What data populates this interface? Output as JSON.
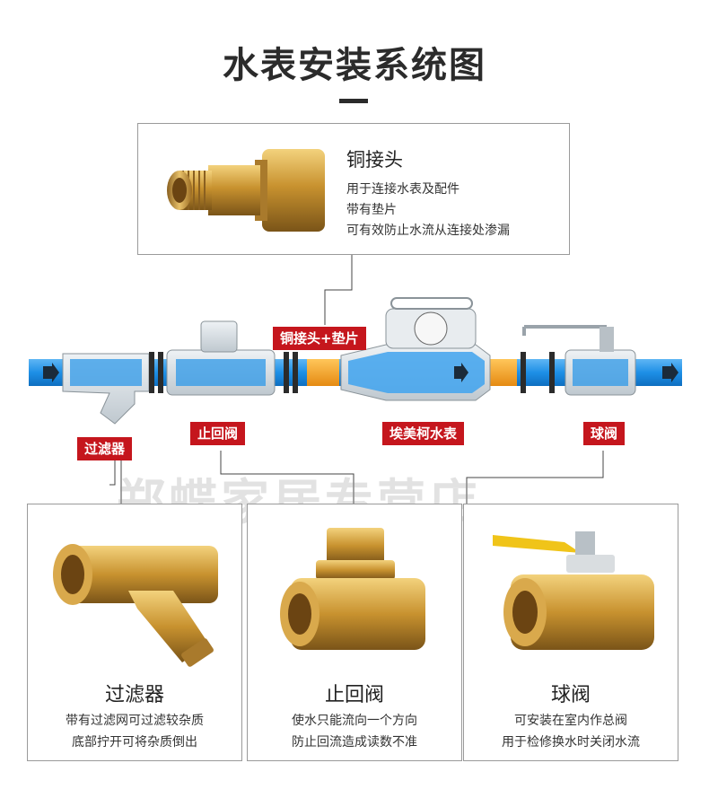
{
  "title": "水表安装系统图",
  "copper_connector": {
    "name": "铜接头",
    "lines": [
      "用于连接水表及配件",
      "带有垫片",
      "可有效防止水流从连接处渗漏"
    ]
  },
  "labels": {
    "connector_gasket": "铜接头+垫片",
    "filter": "过滤器",
    "check_valve": "止回阀",
    "water_meter": "埃美柯水表",
    "ball_valve": "球阀"
  },
  "watermark": "郑蝶家居专营店",
  "cards": [
    {
      "name": "过滤器",
      "lines": [
        "带有过滤网可过滤较杂质",
        "底部拧开可将杂质倒出"
      ]
    },
    {
      "name": "止回阀",
      "lines": [
        "使水只能流向一个方向",
        "防止回流造成读数不准"
      ]
    },
    {
      "name": "球阀",
      "lines": [
        "可安装在室内作总阀",
        "用于检修换水时关闭水流"
      ]
    }
  ],
  "colors": {
    "label_red": "#c5161d",
    "pipe_blue": "#1e8fe6",
    "brass": "#d4a24a",
    "connector_orange": "#f2a22a"
  }
}
